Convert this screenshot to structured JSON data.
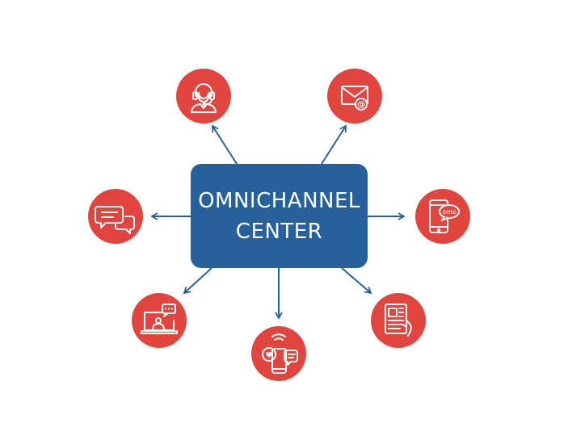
{
  "center": {
    "line1": "OMNICHANNEL",
    "line2": "CENTER",
    "color": "#26619c"
  },
  "node_color": "#e0463f",
  "arrow_color": "#26619c",
  "channels": [
    {
      "icon": "headset-agent-icon"
    },
    {
      "icon": "email-icon"
    },
    {
      "icon": "chat-bubbles-icon"
    },
    {
      "icon": "mobile-sms-icon",
      "text": "sms"
    },
    {
      "icon": "laptop-video-chat-icon"
    },
    {
      "icon": "social-mobile-icon"
    },
    {
      "icon": "tablet-hand-icon"
    }
  ]
}
